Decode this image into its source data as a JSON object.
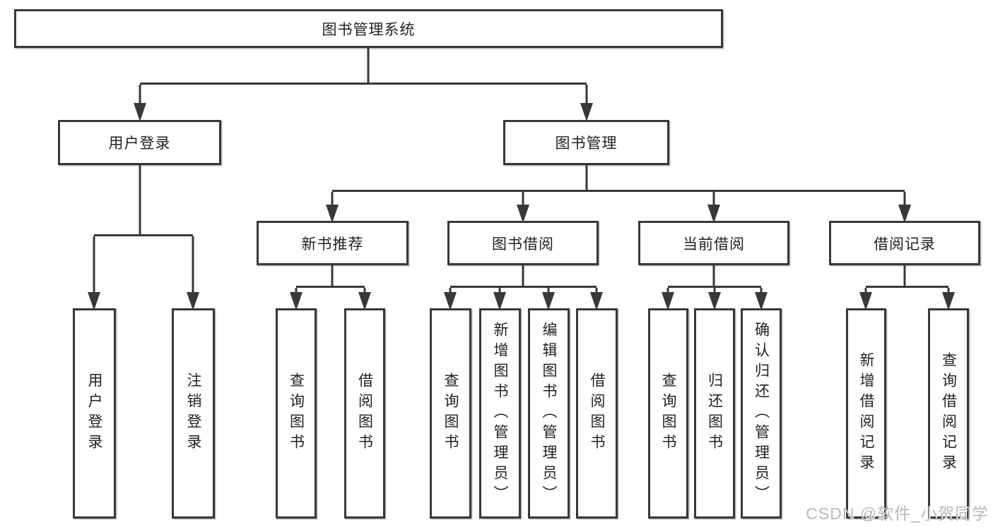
{
  "root": {
    "label": "图书管理系统"
  },
  "level2": {
    "user_login": "用户登录",
    "book_mgmt": "图书管理"
  },
  "level3": {
    "new_books": "新书推荐",
    "book_borrow": "图书借阅",
    "current_borrow": "当前借阅",
    "borrow_records": "借阅记录"
  },
  "leaves": {
    "user_login": [
      "用户登录",
      "注销登录"
    ],
    "new_books": [
      "查询图书",
      "借阅图书"
    ],
    "book_borrow": [
      "查询图书",
      "新增图书（管理员）",
      "编辑图书（管理员）",
      "借阅图书"
    ],
    "current_borrow": [
      "查询图书",
      "归还图书",
      "确认归还（管理员）"
    ],
    "borrow_records": [
      "新增借阅记录",
      "查询借阅记录"
    ]
  },
  "watermark": "CSDN @软件_小贺同学",
  "colors": {
    "line": "#383838",
    "box_border": "#383838",
    "box_fill": "#ffffff",
    "text": "#222222",
    "watermark": "#b9b9b9"
  }
}
